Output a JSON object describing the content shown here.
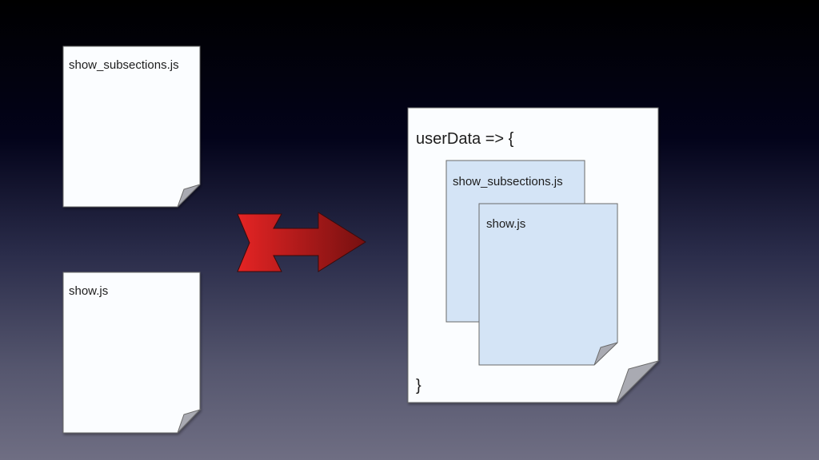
{
  "left_docs": {
    "top_label": "show_subsections.js",
    "bottom_label": "show.js"
  },
  "right_doc": {
    "open_line": "userData => {",
    "close_line": "}",
    "inner_back_label": "show_subsections.js",
    "inner_front_label": "show.js"
  },
  "colors": {
    "page_fill": "#fbfdff",
    "inner_page_fill": "#d4e4f6",
    "fold_fill": "#a9aab2",
    "arrow_start": "#e02020",
    "arrow_end": "#7a1010"
  },
  "icons": {
    "arrow": "right-arrow-icon"
  }
}
